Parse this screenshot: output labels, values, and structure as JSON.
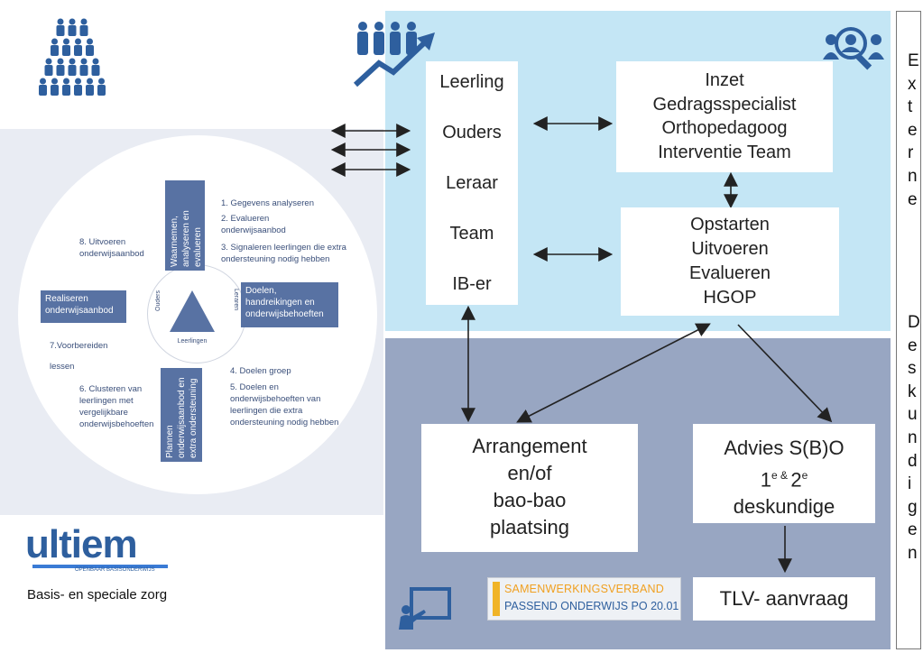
{
  "colors": {
    "light_blue": "#c4e6f5",
    "grey_blue": "#98a6c2",
    "cycle_blue": "#5872a3",
    "icon_blue": "#2e5f9e"
  },
  "left_list": {
    "items": [
      "Leerling",
      "Ouders",
      "Leraar",
      "Team",
      "IB-er"
    ]
  },
  "inzet_box": {
    "lines": [
      "Inzet",
      "Gedragsspecialist",
      "Orthopedagoog",
      "Interventie Team"
    ]
  },
  "opstarten_box": {
    "lines": [
      "Opstarten",
      "Uitvoeren",
      "Evalueren",
      "HGOP"
    ]
  },
  "arrangement_box": {
    "lines": [
      "Arrangement",
      "en/of",
      "bao-bao",
      "plaatsing"
    ]
  },
  "advies_box": {
    "line1": "Advies S(B)O",
    "line2_num1": "1",
    "line2_sup1": "e",
    "line2_amp": " & ",
    "line2_num2": "2",
    "line2_sup2": "e",
    "line3": "deskundige"
  },
  "tlv_box": {
    "label": "TLV- aanvraag"
  },
  "samenwerking_logo": {
    "line1": "SAMENWERKINGSVERBAND",
    "line2": "PASSEND ONDERWIJS PO 20.01"
  },
  "side_column": {
    "part1": [
      "E",
      "x",
      "t",
      "e",
      "r",
      "n",
      "e"
    ],
    "part2": [
      "D",
      "e",
      "s",
      "k",
      "u",
      "n",
      "d",
      "i",
      "g",
      "e",
      "n"
    ]
  },
  "cycle": {
    "steps_right": [
      "1. Gegevens analyseren",
      "2. Evalueren onderwijsaanbod",
      "3. Signaleren leerlingen die extra ondersteuning nodig hebben"
    ],
    "step4": "4. Doelen groep",
    "step5": "5. Doelen en onderwijsbehoeften van leerlingen die extra ondersteuning nodig hebben",
    "step6": "6. Clusteren van leerlingen met vergelijkbare onderwijsbehoeften",
    "step7a": "7.Voorbereiden",
    "step7b": "lessen",
    "step8": "8. Uitvoeren onderwijsaanbod",
    "box_waarnemen": "Waarnemen, analyseren en evalueren",
    "box_doelen": "Doelen, handreikingen en onderwijsbehoeften",
    "box_plannen": "Plannen onderwijsaanbod en extra ondersteuning",
    "box_realiseren": "Realiseren onderwijsaanbod",
    "center_left": "Ouders",
    "center_right": "Leraren",
    "center_bottom": "Leerlingen"
  },
  "ultiem_logo": {
    "name": "ultiem",
    "subtitle": "OPENBAAR BASISONDERWIJS"
  },
  "caption": "Basis- en speciale zorg",
  "icons": [
    "people-pyramid-icon",
    "people-growth-icon",
    "group-search-icon",
    "presentation-icon"
  ]
}
